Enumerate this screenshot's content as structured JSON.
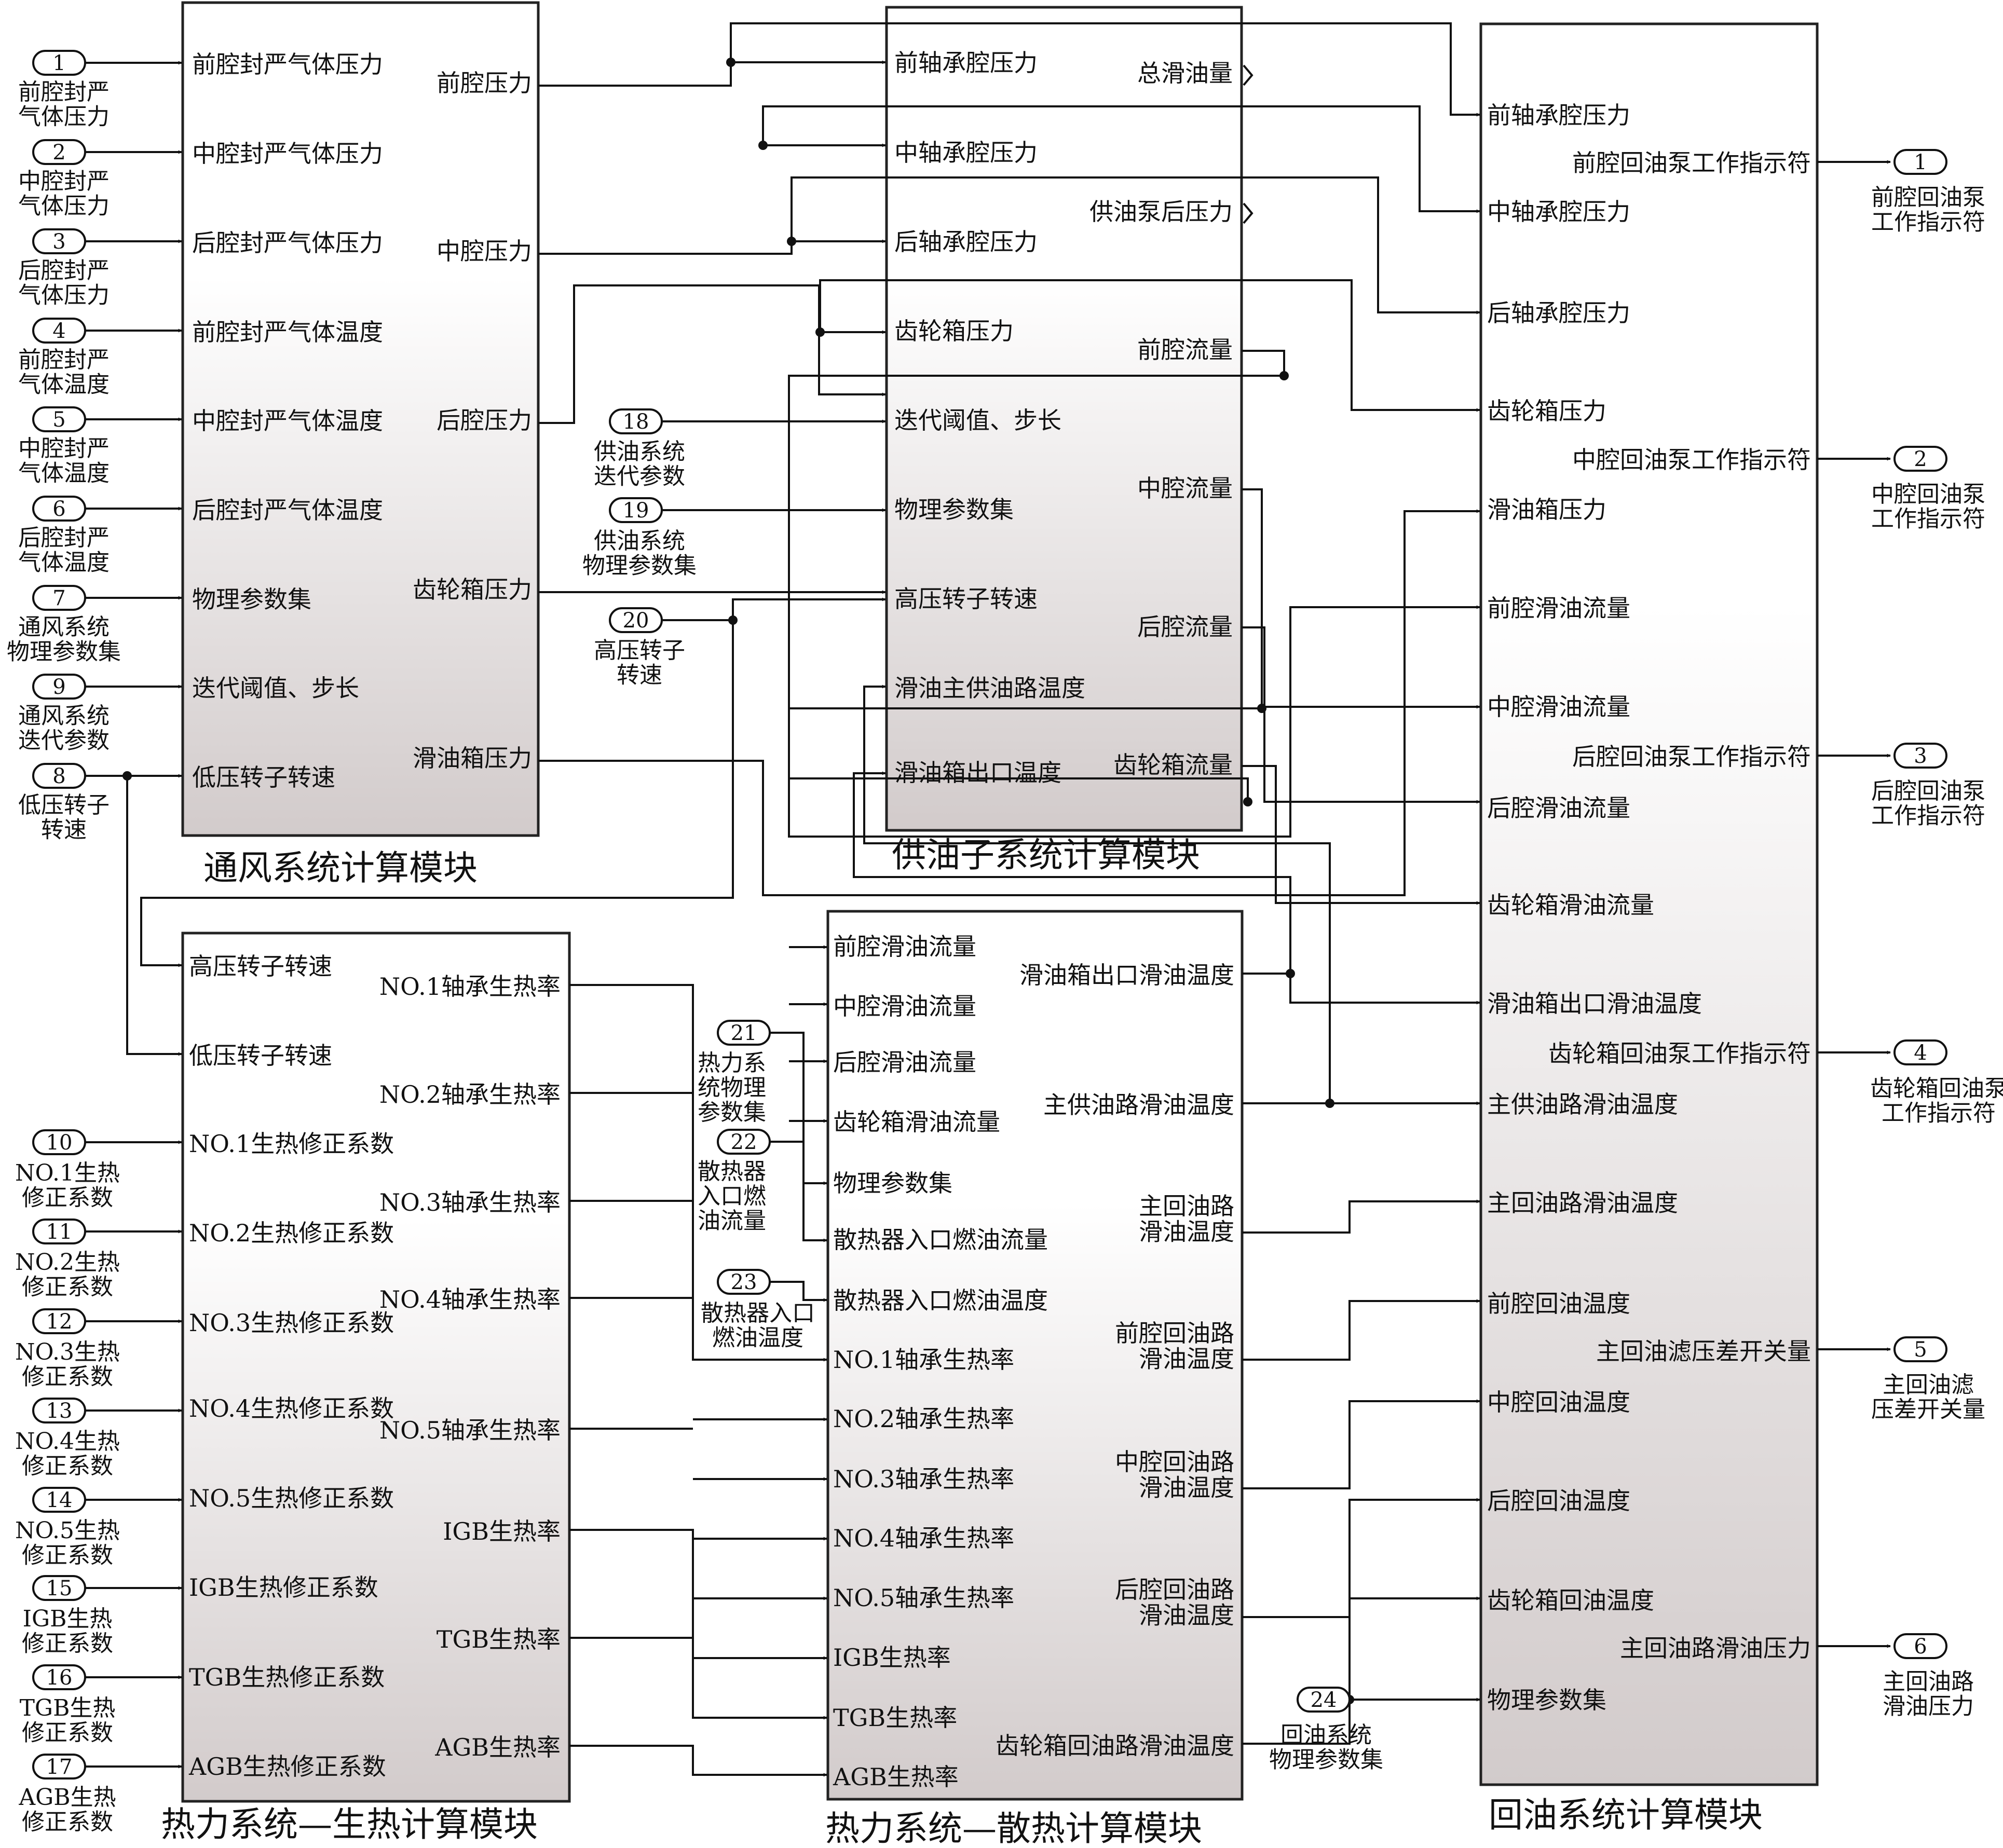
{
  "blocks": [
    {
      "title": "通风系统计算模块",
      "inputs": [
        "前腔封严气体压力",
        "中腔封严气体压力",
        "后腔封严气体压力",
        "前腔封严气体温度",
        "中腔封严气体温度",
        "后腔封严气体温度",
        "物理参数集",
        "迭代阈值、步长",
        "低压转子转速"
      ],
      "outputs": [
        "前腔压力",
        "中腔压力",
        "后腔压力",
        "齿轮箱压力",
        "滑油箱压力"
      ]
    },
    {
      "title": "供油子系统计算模块",
      "inputs": [
        "前轴承腔压力",
        "中轴承腔压力",
        "后轴承腔压力",
        "齿轮箱压力",
        "迭代阈值、步长",
        "物理参数集",
        "高压转子转速",
        "滑油主供油路温度",
        "滑油箱出口温度"
      ],
      "outputs": [
        "总滑油量",
        "供油泵后压力",
        "前腔流量",
        "中腔流量",
        "后腔流量",
        "齿轮箱流量"
      ]
    },
    {
      "title": "回油系统计算模块",
      "inputs": [
        "前轴承腔压力",
        "中轴承腔压力",
        "后轴承腔压力",
        "齿轮箱压力",
        "滑油箱压力",
        "前腔滑油流量",
        "中腔滑油流量",
        "后腔滑油流量",
        "齿轮箱滑油流量",
        "滑油箱出口滑油温度",
        "主供油路滑油温度",
        "主回油路滑油温度",
        "前腔回油温度",
        "中腔回油温度",
        "后腔回油温度",
        "齿轮箱回油温度",
        "物理参数集"
      ],
      "outputs": [
        "前腔回油泵工作指示符",
        "中腔回油泵工作指示符",
        "后腔回油泵工作指示符",
        "齿轮箱回油泵工作指示符",
        "主回油滤压差开关量",
        "主回油路滑油压力"
      ]
    },
    {
      "title": "热力系统—生热计算模块",
      "inputs": [
        "高压转子转速",
        "低压转子转速",
        "NO.1生热修正系数",
        "NO.2生热修正系数",
        "NO.3生热修正系数",
        "NO.4生热修正系数",
        "NO.5生热修正系数",
        "IGB生热修正系数",
        "TGB生热修正系数",
        "AGB生热修正系数"
      ],
      "outputs": [
        "NO.1轴承生热率",
        "NO.2轴承生热率",
        "NO.3轴承生热率",
        "NO.4轴承生热率",
        "NO.5轴承生热率",
        "IGB生热率",
        "TGB生热率",
        "AGB生热率"
      ]
    },
    {
      "title": "热力系统—散热计算模块",
      "inputs": [
        "前腔滑油流量",
        "中腔滑油流量",
        "后腔滑油流量",
        "齿轮箱滑油流量",
        "物理参数集",
        "散热器入口燃油流量",
        "散热器入口燃油温度",
        "NO.1轴承生热率",
        "NO.2轴承生热率",
        "NO.3轴承生热率",
        "NO.4轴承生热率",
        "NO.5轴承生热率",
        "IGB生热率",
        "TGB生热率",
        "AGB生热率"
      ],
      "outputs": [
        "滑油箱出口滑油温度",
        "主供油路滑油温度",
        "主回油路\n滑油温度",
        "前腔回油路\n滑油温度",
        "中腔回油路\n滑油温度",
        "后腔回油路\n滑油温度",
        "齿轮箱回油路滑油温度"
      ]
    }
  ],
  "inports": [
    {
      "num": "1",
      "label": "前腔封严\n气体压力"
    },
    {
      "num": "2",
      "label": "中腔封严\n气体压力"
    },
    {
      "num": "3",
      "label": "后腔封严\n气体压力"
    },
    {
      "num": "4",
      "label": "前腔封严\n气体温度"
    },
    {
      "num": "5",
      "label": "中腔封严\n气体温度"
    },
    {
      "num": "6",
      "label": "后腔封严\n气体温度"
    },
    {
      "num": "7",
      "label": "通风系统\n物理参数集"
    },
    {
      "num": "9",
      "label": "通风系统\n迭代参数"
    },
    {
      "num": "8",
      "label": "低压转子\n转速"
    },
    {
      "num": "18",
      "label": "供油系统\n迭代参数"
    },
    {
      "num": "19",
      "label": "供油系统\n物理参数集"
    },
    {
      "num": "20",
      "label": "高压转子\n转速"
    },
    {
      "num": "10",
      "label": "NO.1生热\n修正系数"
    },
    {
      "num": "11",
      "label": "NO.2生热\n修正系数"
    },
    {
      "num": "12",
      "label": "NO.3生热\n修正系数"
    },
    {
      "num": "13",
      "label": "NO.4生热\n修正系数"
    },
    {
      "num": "14",
      "label": "NO.5生热\n修正系数"
    },
    {
      "num": "15",
      "label": "IGB生热\n修正系数"
    },
    {
      "num": "16",
      "label": "TGB生热\n修正系数"
    },
    {
      "num": "17",
      "label": "AGB生热\n修正系数"
    },
    {
      "num": "21",
      "label": "热力系\n统物理\n参数集"
    },
    {
      "num": "22",
      "label": "散热器\n入口燃\n油流量"
    },
    {
      "num": "23",
      "label": "散热器入口\n燃油温度"
    },
    {
      "num": "24",
      "label": "回油系统\n物理参数集"
    }
  ],
  "outports": [
    {
      "num": "1",
      "label": "前腔回油泵\n工作指示符"
    },
    {
      "num": "2",
      "label": "中腔回油泵\n工作指示符"
    },
    {
      "num": "3",
      "label": "后腔回油泵\n工作指示符"
    },
    {
      "num": "4",
      "label": "齿轮箱回油泵\n工作指示符"
    },
    {
      "num": "5",
      "label": "主回油滤\n压差开关量"
    },
    {
      "num": "6",
      "label": "主回油路\n滑油压力"
    }
  ]
}
